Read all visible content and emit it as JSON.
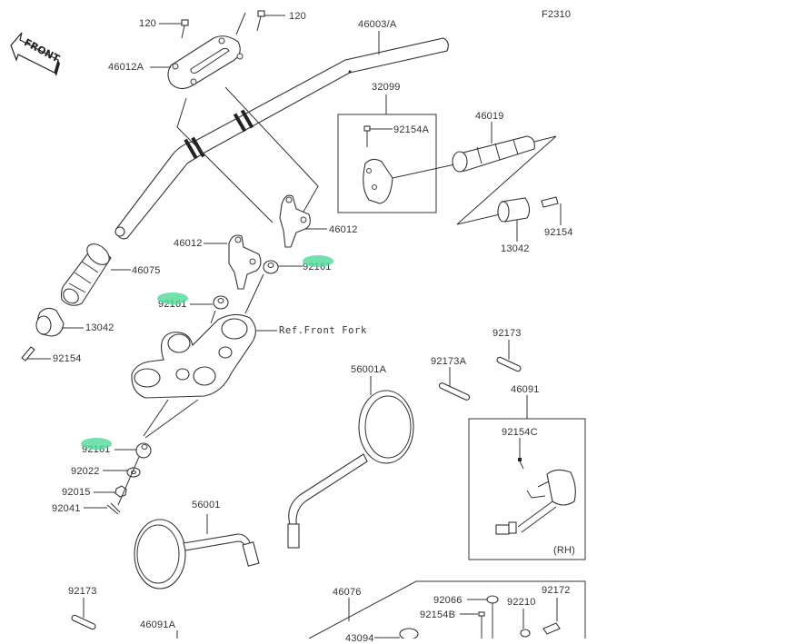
{
  "figure_code": "F2310",
  "front_marker": "FRONT",
  "reference_label": "Ref.Front Fork",
  "side_note": "(RH)",
  "highlight_color": "#4fd99a",
  "labels": {
    "l120a": "120",
    "l120b": "120",
    "l46003A": "46003/A",
    "l46012A": "46012A",
    "l32099": "32099",
    "l92154A": "92154A",
    "l46019": "46019",
    "l46012_right": "46012",
    "l46012_left": "46012",
    "l92161_right": "92161",
    "l92161_mid": "92161",
    "l92161_low": "92161",
    "l46075": "46075",
    "l13042_left": "13042",
    "l13042_right": "13042",
    "l92154_left": "92154",
    "l92154_right": "92154",
    "l92022": "92022",
    "l92015": "92015",
    "l92041": "92041",
    "l56001": "56001",
    "l56001A": "56001A",
    "l92173A": "92173A",
    "l92173_right": "92173",
    "l92173_left": "92173",
    "l46091": "46091",
    "l92154C": "92154C",
    "l46091A": "46091A",
    "l46076": "46076",
    "l92066": "92066",
    "l92154B": "92154B",
    "l92210": "92210",
    "l92172": "92172",
    "l43094": "43094"
  }
}
